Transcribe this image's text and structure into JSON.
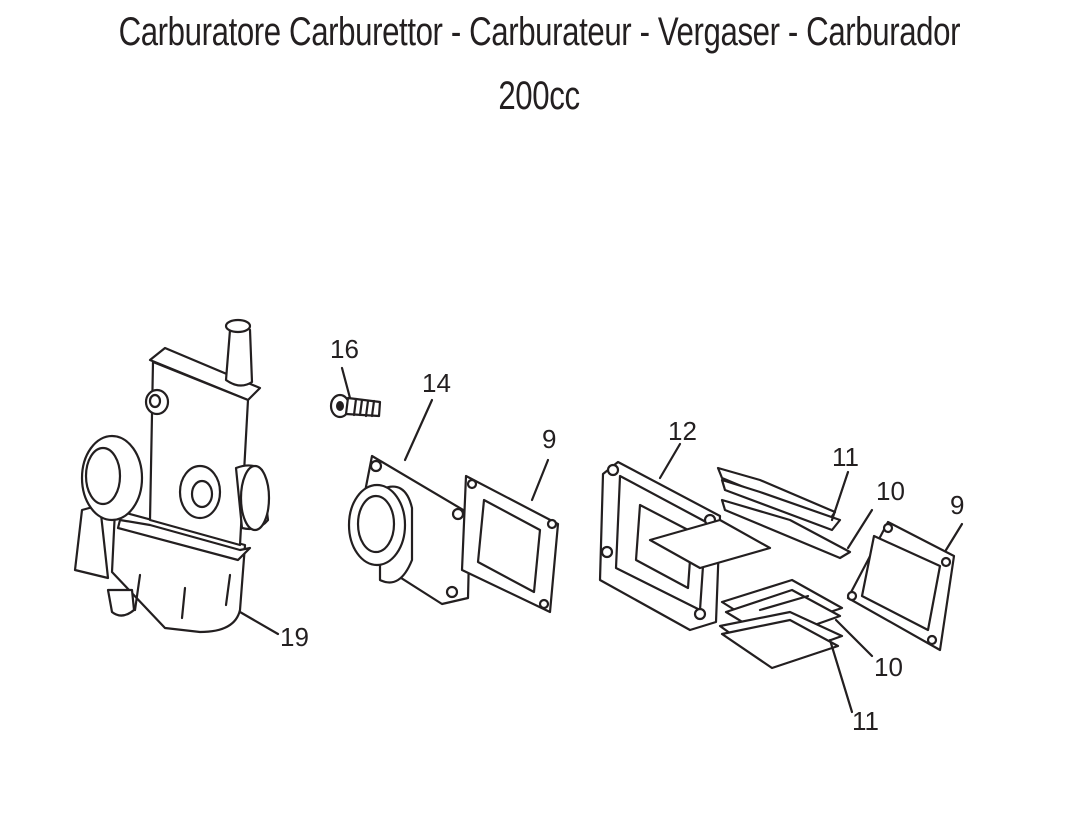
{
  "title": {
    "line1": "Carburatore  Carburettor - Carburateur - Vergaser - Carburador",
    "line2": "200cc"
  },
  "callouts": [
    "16",
    "14",
    "9",
    "12",
    "11",
    "10",
    "9",
    "19",
    "10",
    "11"
  ]
}
